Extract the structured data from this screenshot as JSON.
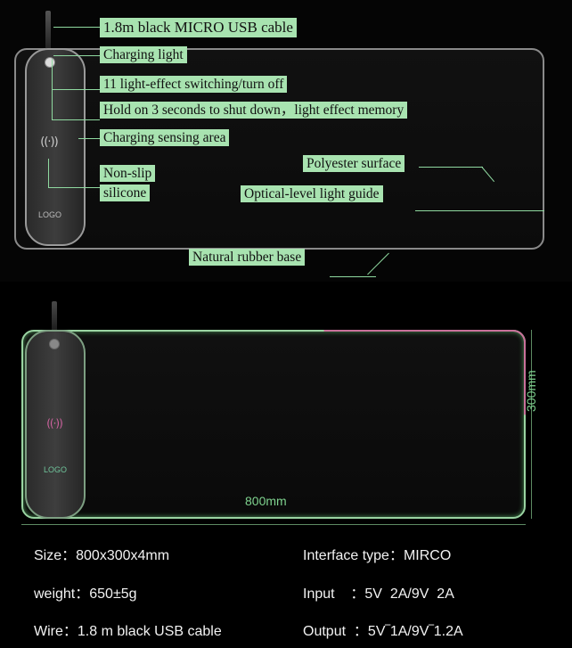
{
  "callouts": {
    "cable": "1.8m black MICRO USB cable",
    "charging_light": "Charging light",
    "light_switching": "11 light-effect switching/turn off",
    "hold_shutdown": "Hold on 3 seconds to shut down，light effect memory",
    "charging_sensing": "Charging sensing area",
    "non_slip_1": "Non-slip",
    "non_slip_2": "silicone",
    "polyester": "Polyester surface",
    "light_guide": "Optical-level light guide",
    "rubber_base": "Natural rubber base"
  },
  "product": {
    "logo_text": "LOGO",
    "charge_icon": "wireless-charging-icon"
  },
  "dimensions": {
    "width_label": "800mm",
    "height_label": "300mm"
  },
  "specs": {
    "size": "Size：800x300x4mm",
    "weight": "weight：650±5g",
    "wire": "Wire：1.8 m black USB cable",
    "interface": "Interface type：MIRCO",
    "input": "Input    ：5V  2A/9V  2A",
    "output": "Output  ：5V‾1A/9V‾1.2A"
  },
  "colors": {
    "callout_bg": "#a8e3b0",
    "accent_green": "#7fd38f",
    "accent_pink": "#d063a0"
  }
}
